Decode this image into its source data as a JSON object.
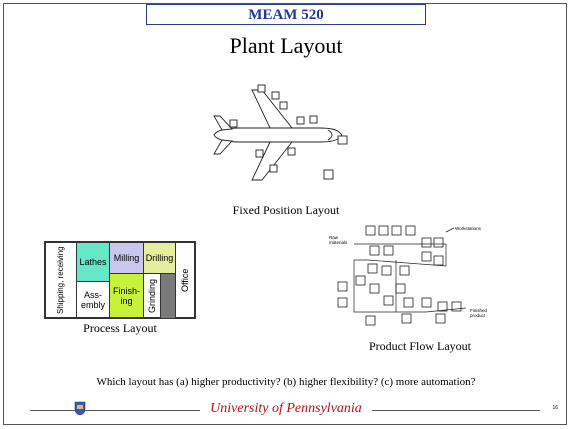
{
  "header": {
    "course": "MEAM 520"
  },
  "slide": {
    "title": "Plant Layout"
  },
  "figures": {
    "fixed_position_caption": "Fixed Position Layout",
    "process_caption": "Process Layout",
    "product_flow_caption": "Product Flow Layout"
  },
  "process_layout": {
    "shipping": "Shipping, receiving",
    "lathes": "Lathes",
    "milling": "Milling",
    "drilling": "Drilling",
    "assembly": "Ass-\nembly",
    "finishing": "Finish-\ning",
    "grinding": "Grinding",
    "office": "Office",
    "colors": {
      "lathes": "#66e8c8",
      "milling": "#c9c7ee",
      "drilling": "#e4ee9e",
      "finishing": "#c6f23a",
      "white": "#ffffff"
    }
  },
  "flow_layout": {
    "workstations": "Workstations",
    "raw_materials": "Raw\nmaterials",
    "finished_product": "Finished\nproduct"
  },
  "question": "Which layout has (a) higher productivity? (b) higher flexibility? (c) more automation?",
  "footer": {
    "university": "University of Pennsylvania",
    "page": "16"
  }
}
